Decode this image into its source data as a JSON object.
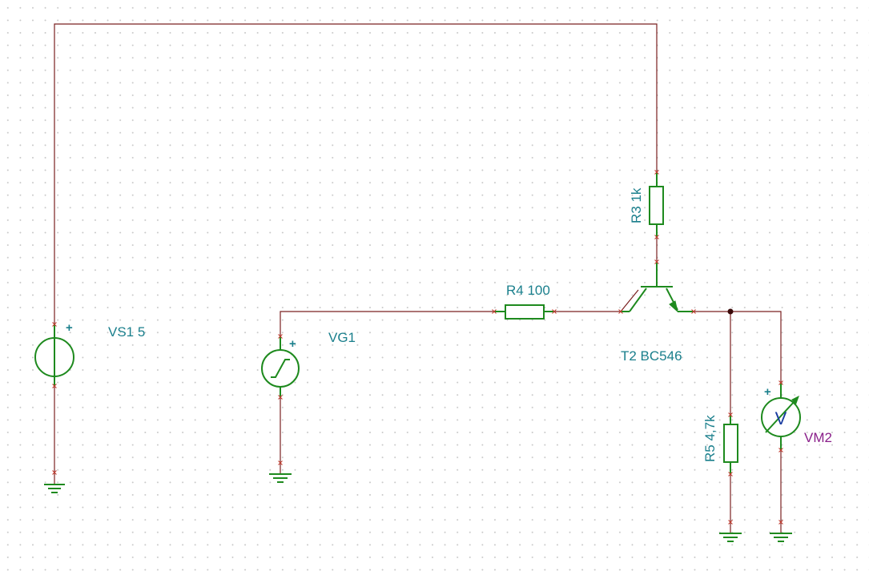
{
  "components": {
    "vs1": {
      "label": "VS1 5",
      "polarity": "+"
    },
    "vg1": {
      "label": "VG1",
      "polarity": "+"
    },
    "r4": {
      "label": "R4 100"
    },
    "r3": {
      "label": "R3 1k"
    },
    "r5": {
      "label": "R5 4,7k"
    },
    "t2": {
      "label": "T2 BC546"
    },
    "vm2": {
      "label": "VM2",
      "polarity": "+",
      "symbol": "V"
    }
  },
  "colors": {
    "wire": "#7a2020",
    "component": "#1e8a1e",
    "label": "#1a7f8c",
    "meter_label": "#8a1f8a",
    "pin_marker": "#c0392b"
  }
}
